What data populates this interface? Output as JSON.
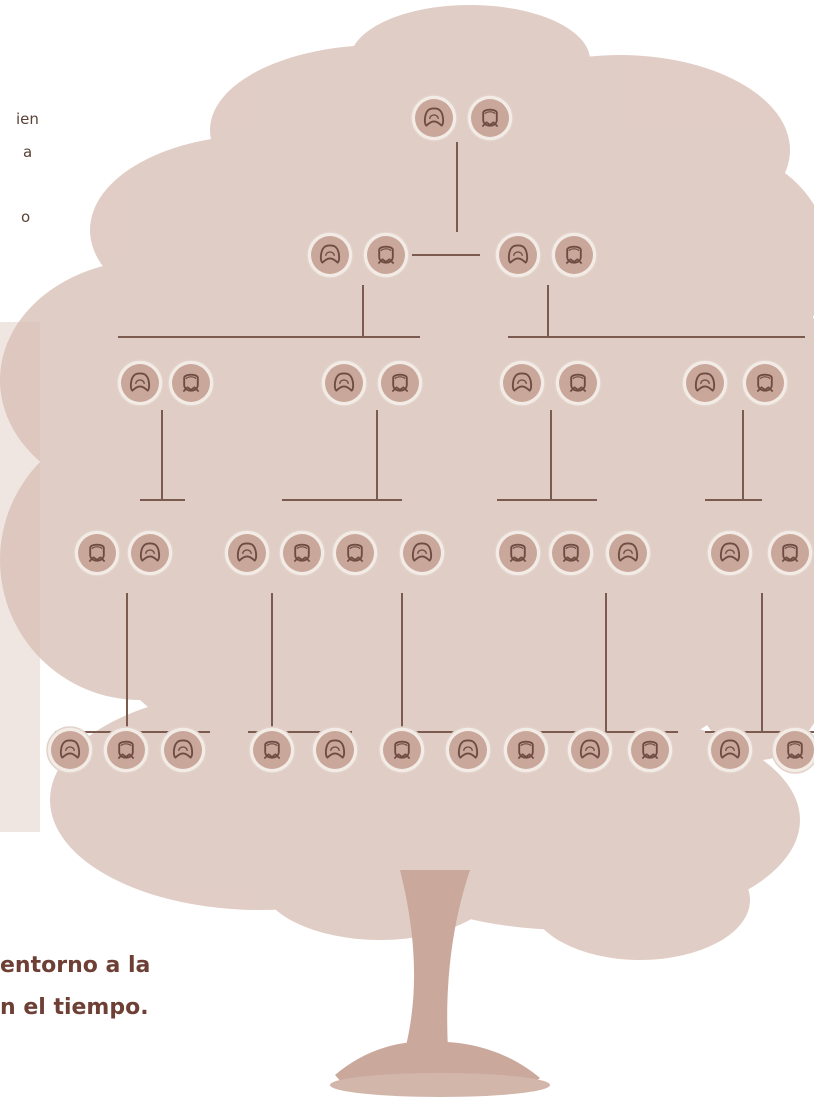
{
  "side_text_fragments": [
    "ien",
    "a",
    "o"
  ],
  "caption_lines": [
    "entorno a la",
    "n el tiempo."
  ],
  "colors": {
    "tree_foliage": "#d8bfb5",
    "trunk": "#caa99c",
    "connector_lines": "#7b5a50",
    "avatar_fill": "#c9a79a",
    "avatar_ring": "#f3ebe6",
    "avatar_outline": "#6f4c42",
    "caption_text": "#6e3f35",
    "side_panel": "#efe6e1"
  },
  "icons": {
    "female_avatar": "female-silhouette-icon",
    "male_avatar": "male-silhouette-icon"
  },
  "generations": [
    {
      "level": 1,
      "avatars": [
        "female",
        "male"
      ]
    },
    {
      "level": 2,
      "avatars": [
        "female",
        "male",
        "female",
        "male"
      ]
    },
    {
      "level": 3,
      "avatars": [
        "female",
        "male",
        "female",
        "male",
        "female",
        "male",
        "female",
        "male"
      ]
    },
    {
      "level": 4,
      "avatars": [
        "male",
        "female",
        "female",
        "male",
        "male",
        "female",
        "male",
        "male",
        "female",
        "female",
        "male"
      ]
    },
    {
      "level": 5,
      "avatars": [
        "female",
        "male",
        "female",
        "male",
        "female",
        "male",
        "female",
        "male",
        "female",
        "male",
        "female",
        "male"
      ]
    }
  ]
}
